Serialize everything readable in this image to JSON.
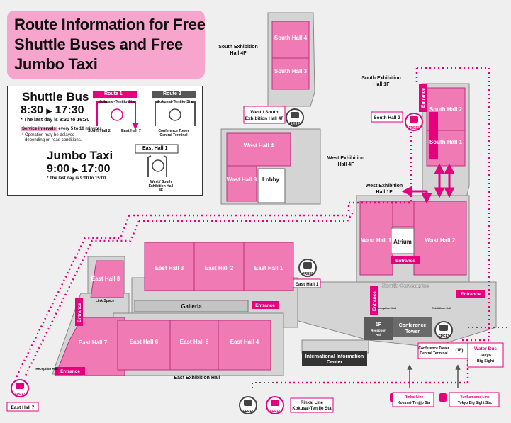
{
  "title": {
    "lines": [
      "Route Information for Free",
      "Shuttle Buses and Free",
      "Jumbo Taxi"
    ]
  },
  "shuttle": {
    "heading": "Shuttle Bus",
    "start": "8:30",
    "end": "17:30",
    "last": "* The last day is 8:30 to 16:30",
    "interval_badge": "Service intervals",
    "interval_text": "every 5 to 10 minutes",
    "note1": "* Operation may be delayed",
    "note2": "depending on road conditions."
  },
  "taxi": {
    "heading": "Jumbo Taxi",
    "start": "9:00",
    "end": "17:00",
    "last": "* The last day is 9:00 to 15:00"
  },
  "route1": {
    "label": "Route 1",
    "stop_top": "Kokusai-Tenjijo Sta",
    "stop_left": "South Hall 2",
    "stop_right": "East Hall 7"
  },
  "route2": {
    "label": "Route 2",
    "stop_top": "Kokusai-Tenjijo Sta",
    "stop_bottom": "Conference Tower Central Terminal"
  },
  "taxi_route": {
    "top": "East Hall 1",
    "bottom": "West / South Exhibition Hall 4F"
  },
  "free_label": "FREE!",
  "halls": {
    "sh4": "South Hall 4",
    "sh3": "South Hall 3",
    "sh2": "South Hall 2",
    "sh1": "South Hall 1",
    "wh4": "West Hall 4",
    "wh3": "Wast Hall 3",
    "lobby": "Lobby",
    "wh1": "Wast Hall 1",
    "wh2": "Wast Hall 2",
    "atrium": "Atrium",
    "eh3": "East Hall 3",
    "eh2": "East Hall 2",
    "eh1": "East Hall 1",
    "eh8": "East Hall 8",
    "eh7": "East Hall 7",
    "eh6": "East Hall 6",
    "eh5": "East Hall 5",
    "eh4": "East Hall 4"
  },
  "labels": {
    "south_4f": [
      "South Exhibition",
      "Hall 4F"
    ],
    "south_1f": [
      "South Exhibition",
      "Hall 1F"
    ],
    "west_4f": [
      "West Exhibition",
      "Hall 4F"
    ],
    "west_1f": [
      "West Exhibition",
      "Hall 1F"
    ],
    "ws_stop": [
      "West / South",
      "Exhibition Hall 4F"
    ],
    "east_hall_label": "East Exhibition Hall",
    "galleria": "Galleria",
    "south_concourse": "South Concourse",
    "link_space": "Link Space",
    "conference_tower": [
      "Conference",
      "Tower"
    ],
    "reception": [
      "1F",
      "Reception",
      "Hall"
    ],
    "intl_info": [
      "International Information",
      "Center"
    ],
    "ct_terminal": [
      "Conference Tower",
      "Central Terminal"
    ],
    "ct_floor": "(1F)",
    "water_bus": [
      "Water Bus",
      "Tokyo",
      "Big Sight"
    ],
    "rinkai_stop": [
      "Rinkai Line",
      "Kokusai-Tenjijo Sta"
    ],
    "rinkai_station": [
      "Rinkai Line",
      "Kokusai-Tenjijo Sta"
    ],
    "yurikamome_station": [
      "Yurikamome Line",
      "Tokyo Big Sight Sta."
    ],
    "south_hall2_tag": "South Hall 2",
    "east_hall1_tag": "East Hall 1",
    "east_hall7_tag": "East Hall 7",
    "reception_hall": "Reception Hall",
    "exhibition_hall": "Exhibition Hall"
  },
  "entrance": "Entrance",
  "colors": {
    "pink": "#f07ab4",
    "magenta": "#e6007e",
    "title_bg": "#f7a5cd",
    "gray_bld": "#d2d2d2",
    "dark": "#4d4d4d"
  }
}
